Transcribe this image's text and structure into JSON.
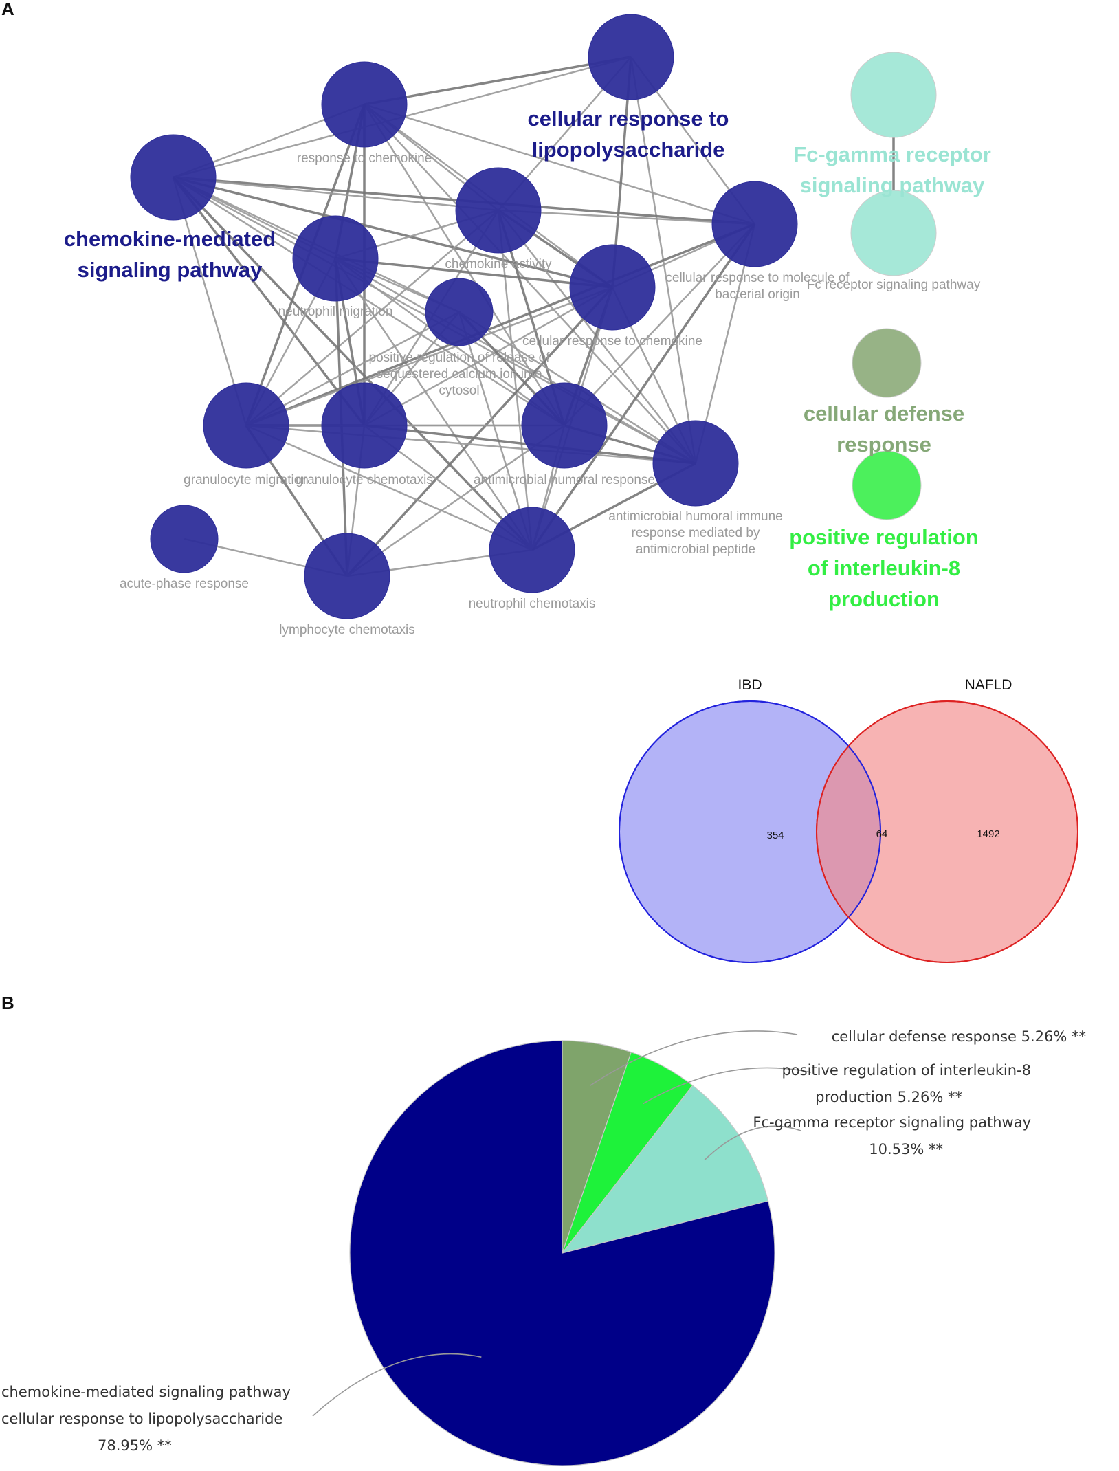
{
  "panel_a": {
    "letter": "A",
    "network": {
      "nodes": [
        {
          "id": "n1",
          "label_lines": [
            "response to chemokine"
          ],
          "color": "#2e2e9a"
        },
        {
          "id": "n2",
          "label_lines": [],
          "color": "#2e2e9a"
        },
        {
          "id": "n3",
          "label_lines": [],
          "color": "#2e2e9a"
        },
        {
          "id": "n4",
          "label_lines": [
            "chemokine activity"
          ],
          "color": "#2e2e9a"
        },
        {
          "id": "n5",
          "label_lines": [
            "neutrophil migration"
          ],
          "color": "#2e2e9a"
        },
        {
          "id": "n6",
          "label_lines": [
            "cellular response to molecule of",
            "bacterial origin"
          ],
          "color": "#2e2e9a"
        },
        {
          "id": "n7",
          "label_lines": [
            "cellular response to chemokine"
          ],
          "color": "#2e2e9a"
        },
        {
          "id": "n8",
          "label_lines": [
            "positive regulation of release of",
            "sequestered calcium ion into",
            "cytosol"
          ],
          "color": "#2e2e9a"
        },
        {
          "id": "n9",
          "label_lines": [
            "granulocyte migration"
          ],
          "color": "#2e2e9a"
        },
        {
          "id": "n10",
          "label_lines": [
            "granulocyte chemotaxis"
          ],
          "color": "#2e2e9a"
        },
        {
          "id": "n11",
          "label_lines": [
            "antimicrobial humoral response"
          ],
          "color": "#2e2e9a"
        },
        {
          "id": "n12",
          "label_lines": [
            "antimicrobial humoral immune",
            "response mediated by",
            "antimicrobial peptide"
          ],
          "color": "#2e2e9a"
        },
        {
          "id": "n13",
          "label_lines": [
            "acute-phase response"
          ],
          "color": "#2e2e9a"
        },
        {
          "id": "n14",
          "label_lines": [
            "lymphocyte chemotaxis"
          ],
          "color": "#2e2e9a"
        },
        {
          "id": "n15",
          "label_lines": [
            "neutrophil chemotaxis"
          ],
          "color": "#2e2e9a"
        },
        {
          "id": "n16",
          "label_lines": [],
          "color": "#a6e8d8"
        },
        {
          "id": "n17",
          "label_lines": [
            "Fc receptor signaling pathway"
          ],
          "color": "#a6e8d8"
        },
        {
          "id": "n18",
          "label_lines": [],
          "color": "#97b386"
        },
        {
          "id": "n19",
          "label_lines": [],
          "color": "#4cf05c"
        }
      ],
      "edges": [
        [
          "n1",
          "n2"
        ],
        [
          "n1",
          "n3"
        ],
        [
          "n1",
          "n6"
        ],
        [
          "n1",
          "n5"
        ],
        [
          "n1",
          "n4"
        ],
        [
          "n1",
          "n7"
        ],
        [
          "n1",
          "n9"
        ],
        [
          "n1",
          "n11"
        ],
        [
          "n1",
          "n12"
        ],
        [
          "n1",
          "n10"
        ],
        [
          "n2",
          "n4"
        ],
        [
          "n2",
          "n6"
        ],
        [
          "n2",
          "n7"
        ],
        [
          "n2",
          "n12"
        ],
        [
          "n2",
          "n3"
        ],
        [
          "n3",
          "n6"
        ],
        [
          "n3",
          "n4"
        ],
        [
          "n3",
          "n5"
        ],
        [
          "n3",
          "n7"
        ],
        [
          "n3",
          "n8"
        ],
        [
          "n3",
          "n9"
        ],
        [
          "n3",
          "n10"
        ],
        [
          "n3",
          "n11"
        ],
        [
          "n3",
          "n12"
        ],
        [
          "n3",
          "n15"
        ],
        [
          "n4",
          "n5"
        ],
        [
          "n4",
          "n6"
        ],
        [
          "n4",
          "n7"
        ],
        [
          "n4",
          "n9"
        ],
        [
          "n4",
          "n10"
        ],
        [
          "n4",
          "n11"
        ],
        [
          "n4",
          "n12"
        ],
        [
          "n4",
          "n15"
        ],
        [
          "n5",
          "n7"
        ],
        [
          "n5",
          "n8"
        ],
        [
          "n5",
          "n9"
        ],
        [
          "n5",
          "n10"
        ],
        [
          "n5",
          "n11"
        ],
        [
          "n5",
          "n12"
        ],
        [
          "n5",
          "n14"
        ],
        [
          "n5",
          "n15"
        ],
        [
          "n6",
          "n7"
        ],
        [
          "n6",
          "n9"
        ],
        [
          "n6",
          "n11"
        ],
        [
          "n6",
          "n12"
        ],
        [
          "n6",
          "n15"
        ],
        [
          "n7",
          "n9"
        ],
        [
          "n7",
          "n10"
        ],
        [
          "n7",
          "n11"
        ],
        [
          "n7",
          "n12"
        ],
        [
          "n7",
          "n15"
        ],
        [
          "n7",
          "n14"
        ],
        [
          "n8",
          "n9"
        ],
        [
          "n8",
          "n10"
        ],
        [
          "n8",
          "n11"
        ],
        [
          "n8",
          "n12"
        ],
        [
          "n8",
          "n15"
        ],
        [
          "n9",
          "n10"
        ],
        [
          "n9",
          "n11"
        ],
        [
          "n9",
          "n12"
        ],
        [
          "n9",
          "n14"
        ],
        [
          "n9",
          "n15"
        ],
        [
          "n10",
          "n11"
        ],
        [
          "n10",
          "n12"
        ],
        [
          "n10",
          "n14"
        ],
        [
          "n10",
          "n15"
        ],
        [
          "n11",
          "n12"
        ],
        [
          "n11",
          "n15"
        ],
        [
          "n11",
          "n14"
        ],
        [
          "n12",
          "n15"
        ],
        [
          "n13",
          "n14"
        ],
        [
          "n14",
          "n15"
        ],
        [
          "n16",
          "n17"
        ]
      ],
      "group_labels": [
        {
          "lines": [
            "cellular response to",
            "lipopolysaccharide"
          ],
          "color": "#1c1c8a"
        },
        {
          "lines": [
            "chemokine-mediated",
            "signaling pathway"
          ],
          "color": "#1c1c8a"
        },
        {
          "lines": [
            "Fc-gamma receptor",
            "signaling pathway"
          ],
          "color": "#9ae4d3"
        },
        {
          "lines": [
            "cellular defense",
            "response"
          ],
          "color": "#86a878"
        },
        {
          "lines": [
            "positive regulation",
            "of interleukin-8",
            "production"
          ],
          "color": "#33ee44"
        }
      ]
    },
    "venn": {
      "sets": [
        {
          "name": "IBD",
          "fill": "#8a8af2",
          "stroke": "#2222dd"
        },
        {
          "name": "NAFLD",
          "fill": "#f28a8a",
          "stroke": "#dd2222"
        }
      ],
      "only_a": "354",
      "overlap": "64",
      "only_b": "1492",
      "overlap_fill": "#c278ae"
    }
  },
  "panel_b": {
    "letter": "B",
    "chart_data": {
      "type": "pie",
      "slices": [
        {
          "label_lines": [
            "cellular defense response 5.26% **"
          ],
          "value": 5.26,
          "color": "#7fa46b"
        },
        {
          "label_lines": [
            "positive regulation of interleukin-8",
            "production 5.26% **"
          ],
          "value": 5.26,
          "color": "#1ef23a"
        },
        {
          "label_lines": [
            "Fc-gamma receptor signaling pathway",
            "10.53% **"
          ],
          "value": 10.53,
          "color": "#8ee0cc"
        },
        {
          "label_lines": [
            "chemokine-mediated signaling pathway",
            "cellular response to lipopolysaccharide",
            "78.95% **"
          ],
          "value": 78.95,
          "color": "#000088"
        }
      ]
    }
  }
}
